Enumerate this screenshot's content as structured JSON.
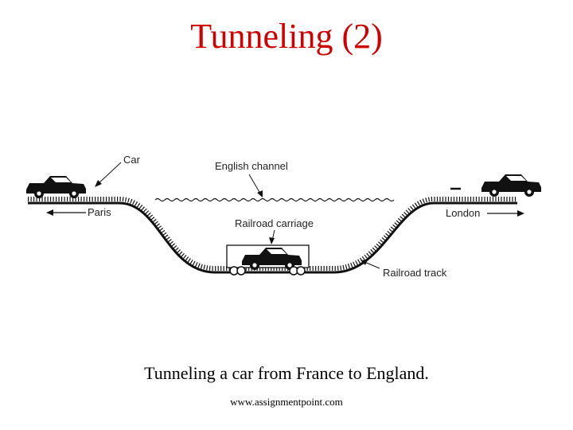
{
  "colors": {
    "title": "#d10000",
    "ink": "#111111"
  },
  "slide": {
    "title": "Tunneling (2)",
    "caption": "Tunneling a car from France to England.",
    "footer": "www.assignmentpoint.com"
  },
  "diagram": {
    "labels": {
      "car": "Car",
      "english_channel": "English channel",
      "paris": "Paris",
      "london": "London",
      "railroad_carriage": "Railroad carriage",
      "railroad_track": "Railroad track"
    }
  }
}
